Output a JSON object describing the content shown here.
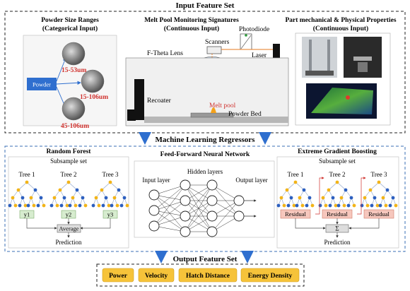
{
  "input_section": {
    "title": "Input Feature Set",
    "powder": {
      "title": "Powder Size Ranges",
      "subtitle": "(Categorical Input)",
      "label": "Powder",
      "ranges": [
        "15-53um",
        "15-106um",
        "45-106um"
      ]
    },
    "melt_pool": {
      "title": "Melt Pool Monitoring Signatures",
      "subtitle": "(Continuous Input)",
      "labels": {
        "photodiode": "Photodiode",
        "scanners": "Scanners",
        "ftheta": "F-Theta Lens",
        "laser": "Laser",
        "recoater": "Recoater",
        "melt_pool": "Melt pool",
        "powder_bed": "Powder Bed"
      }
    },
    "properties": {
      "title": "Part mechanical & Physical Properties",
      "subtitle": "(Continuous Input)"
    }
  },
  "ml_section": {
    "title": "Machine Learning Regressors",
    "random_forest": {
      "title": "Random Forest",
      "subsample": "Subsample set",
      "trees": [
        "Tree 1",
        "Tree 2",
        "Tree 3"
      ],
      "outputs": [
        "y1",
        "y2",
        "y3"
      ],
      "combiner": "Average",
      "result": "Prediction"
    },
    "ffnn": {
      "title": "Feed-Forward Neural Network",
      "input_layer": "Input layer",
      "hidden_layers": "Hidden layers",
      "output_layer": "Output layer"
    },
    "xgboost": {
      "title": "Extreme Gradient Boosting",
      "subsample": "Subsample set",
      "trees": [
        "Tree 1",
        "Tree 2",
        "Tree 3"
      ],
      "residuals": [
        "Residual",
        "Residual",
        "Residual"
      ],
      "combiner": "Σ",
      "result": "Prediction"
    }
  },
  "output_section": {
    "title": "Output Feature Set",
    "features": [
      "Power",
      "Velocity",
      "Hatch Distance",
      "Energy Density"
    ]
  },
  "colors": {
    "accent_blue": "#2f6fcf",
    "dashed_blue": "#3a6fb5",
    "red_text": "#d0312d",
    "yellow_node": "#f2b418",
    "blue_node": "#2c5fbf",
    "output_fill": "#f6c33a",
    "residual_fill": "#f6c7bd",
    "y_fill": "#d7eccf"
  }
}
